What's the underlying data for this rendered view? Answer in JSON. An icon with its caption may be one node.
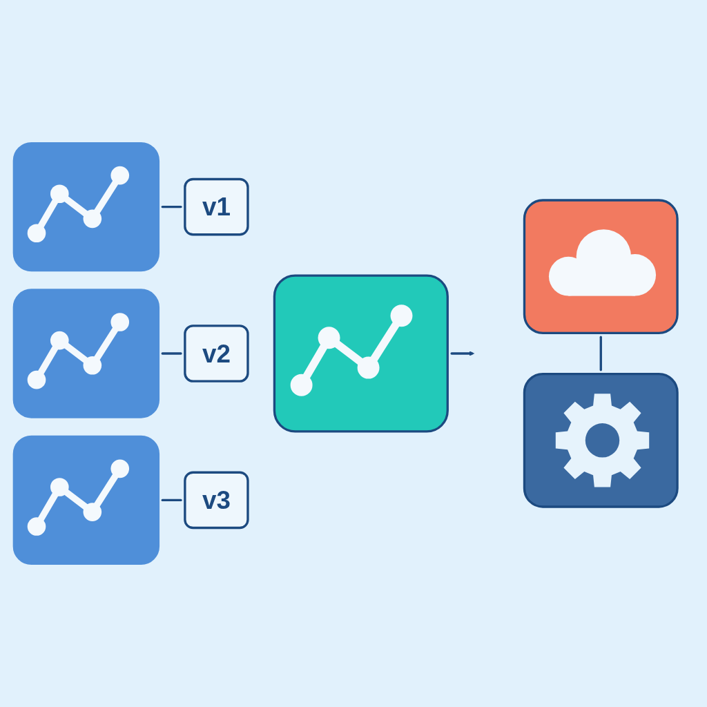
{
  "diagram": {
    "nodes": [
      {
        "text": [],
        "shape": "picture"
      },
      {
        "text": [],
        "shape": "picture"
      },
      {
        "text": [],
        "shape": "picture"
      },
      {
        "text": [
          "v1"
        ]
      },
      {
        "text": [
          "v2"
        ]
      },
      {
        "text": [
          "v3"
        ]
      },
      {
        "text": [],
        "shape": "picture"
      },
      {
        "text": [],
        "shape": "picture"
      },
      {
        "text": [],
        "shape": "picture"
      }
    ],
    "edges": [
      {
        "from": 0,
        "to": 3,
        "arrow": "none"
      },
      {
        "from": 1,
        "to": 4,
        "arrow": "none"
      },
      {
        "from": 2,
        "to": 5,
        "arrow": "none"
      },
      {
        "from": 6,
        "to": null,
        "arrow": "to"
      },
      {
        "from": 7,
        "to": 8,
        "arrow": "none"
      }
    ]
  }
}
